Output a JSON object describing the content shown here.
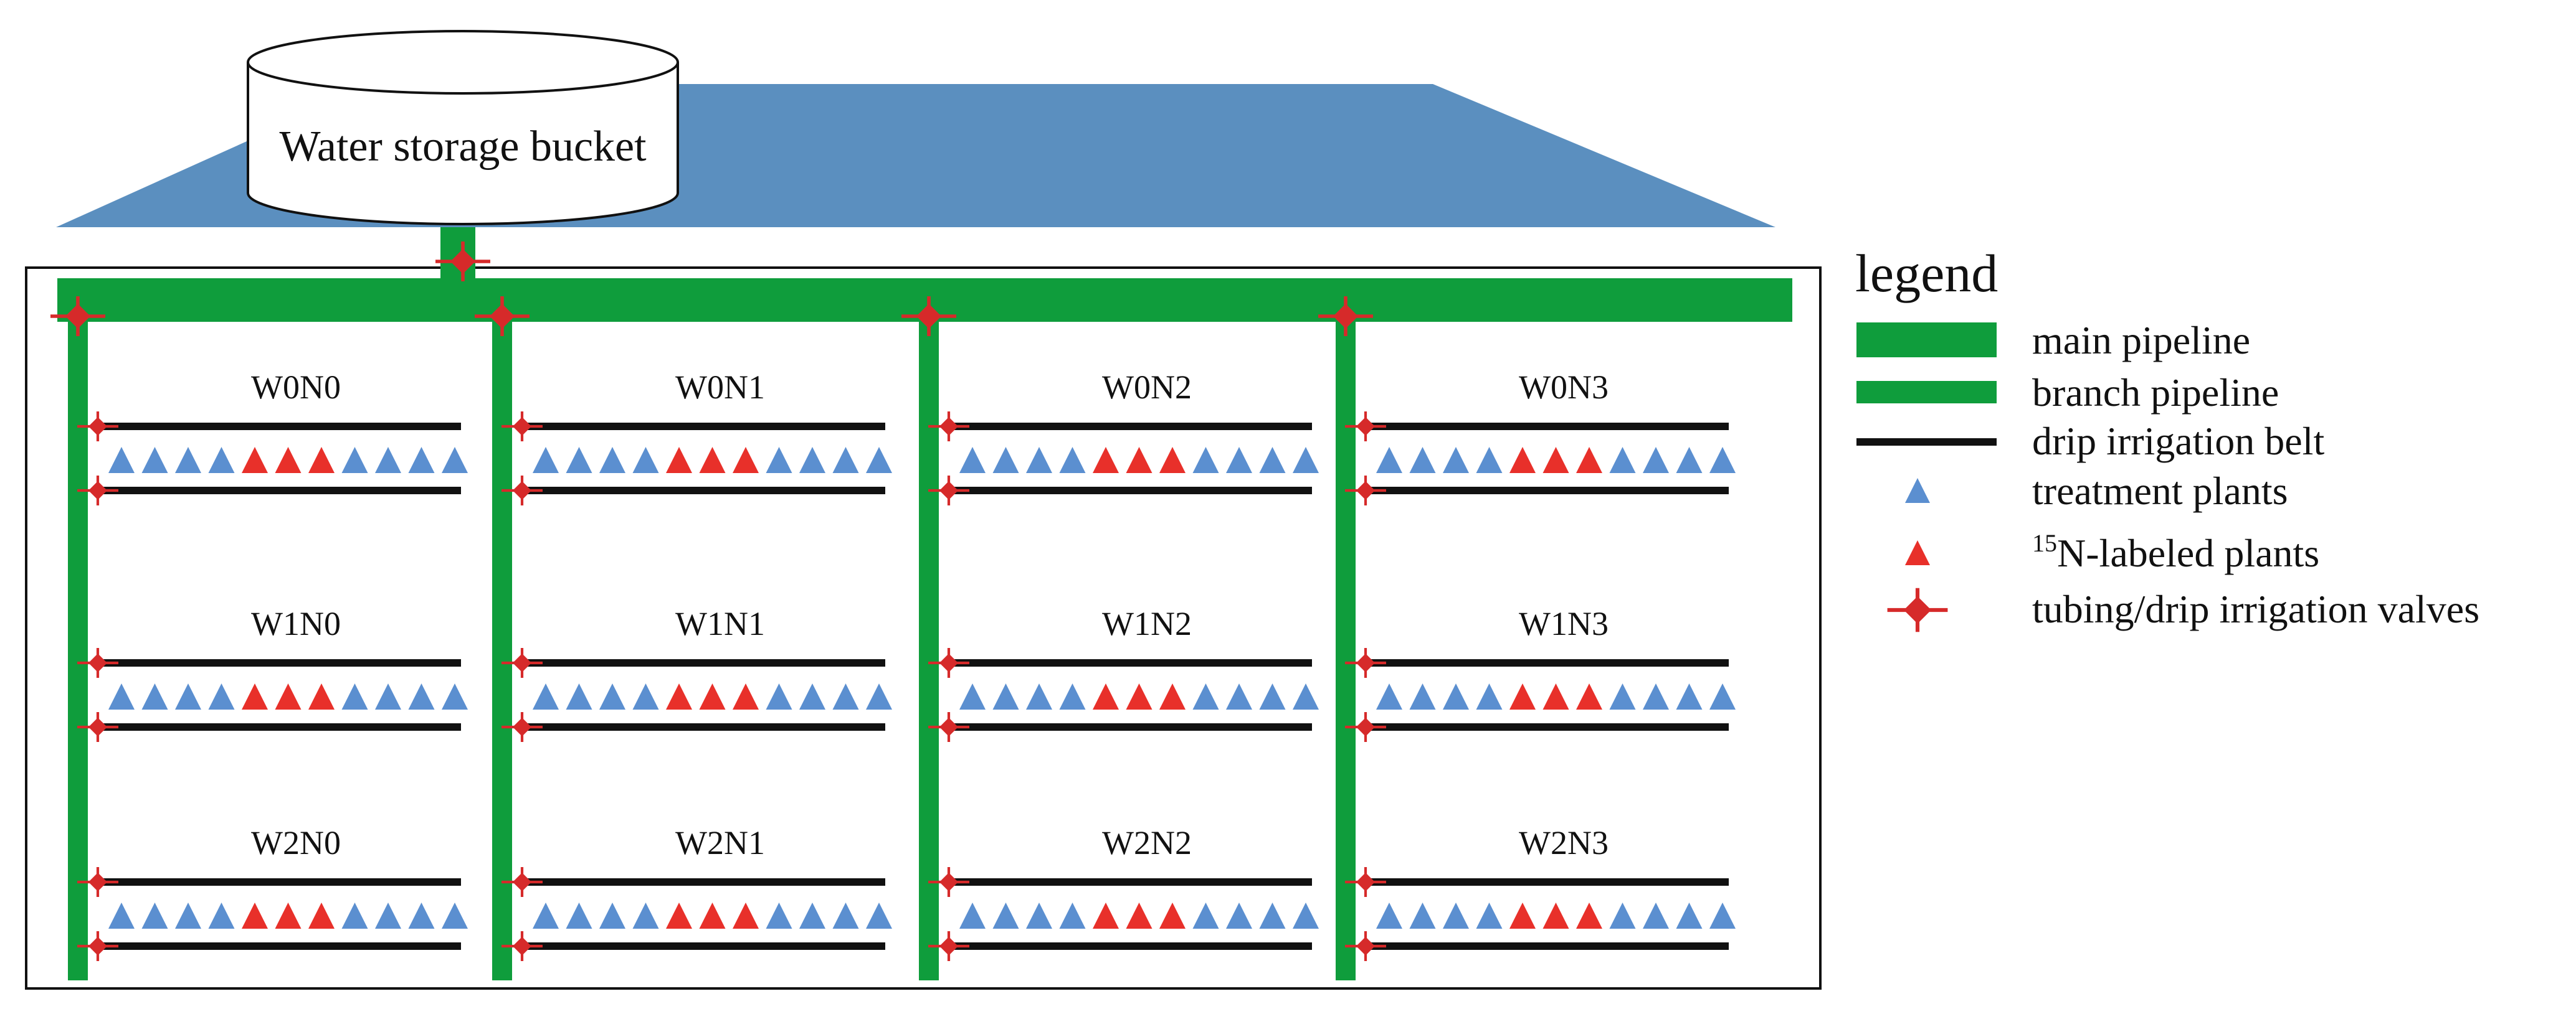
{
  "bucket": {
    "label": "Water storage bucket"
  },
  "plots": [
    {
      "row": 0,
      "col": 0,
      "label": "W0N0"
    },
    {
      "row": 0,
      "col": 1,
      "label": "W0N1"
    },
    {
      "row": 0,
      "col": 2,
      "label": "W0N2"
    },
    {
      "row": 0,
      "col": 3,
      "label": "W0N3"
    },
    {
      "row": 1,
      "col": 0,
      "label": "W1N0"
    },
    {
      "row": 1,
      "col": 1,
      "label": "W1N1"
    },
    {
      "row": 1,
      "col": 2,
      "label": "W1N2"
    },
    {
      "row": 1,
      "col": 3,
      "label": "W1N3"
    },
    {
      "row": 2,
      "col": 0,
      "label": "W2N0"
    },
    {
      "row": 2,
      "col": 1,
      "label": "W2N1"
    },
    {
      "row": 2,
      "col": 2,
      "label": "W2N2"
    },
    {
      "row": 2,
      "col": 3,
      "label": "W2N3"
    }
  ],
  "plant_pattern": [
    "treatment",
    "treatment",
    "treatment",
    "treatment",
    "labeled",
    "labeled",
    "labeled",
    "treatment",
    "treatment",
    "treatment",
    "treatment"
  ],
  "legend": {
    "title": "legend",
    "items": [
      {
        "key": "main-pipeline",
        "label": "main pipeline"
      },
      {
        "key": "branch-pipeline",
        "label": "branch pipeline"
      },
      {
        "key": "drip-belt",
        "label": "drip irrigation belt"
      },
      {
        "key": "treatment-plant",
        "label": "treatment plants"
      },
      {
        "key": "labeled-plant",
        "label_sup": "15",
        "label": "N-labeled plants"
      },
      {
        "key": "valve",
        "label": "tubing/drip irrigation valves"
      }
    ]
  },
  "colors": {
    "roof": "#5b8fbf",
    "pipe": "#0f9d3c",
    "belt": "#111111",
    "treatment": "#5b8fd0",
    "labeled": "#e8302a",
    "valve": "#d62a2a"
  }
}
